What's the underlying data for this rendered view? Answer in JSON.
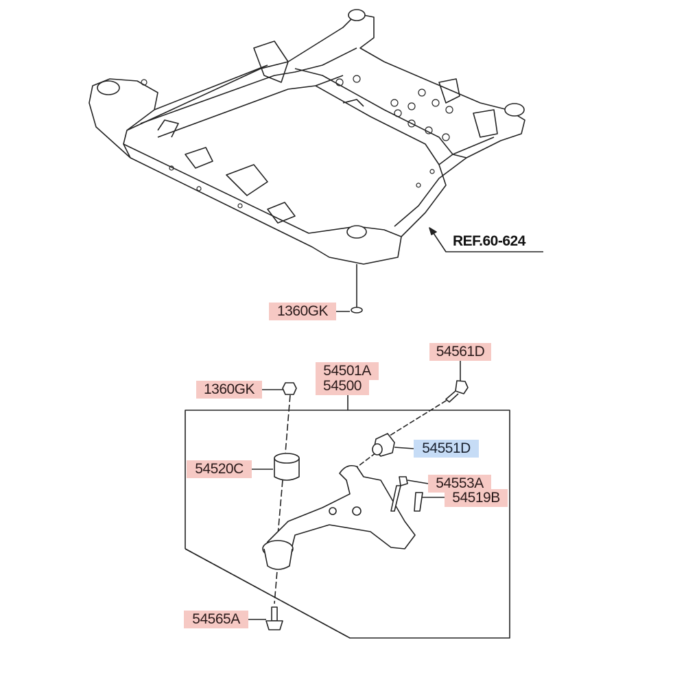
{
  "diagram": {
    "ref_label": "REF.60-624",
    "parts": [
      {
        "id": "1360GK",
        "highlight": "red",
        "context": "subframe-bolt"
      },
      {
        "id": "54561D",
        "highlight": "red"
      },
      {
        "id": "54501A",
        "highlight": "red"
      },
      {
        "id": "54500",
        "highlight": "red"
      },
      {
        "id": "1360GK",
        "highlight": "red",
        "context": "arm-nut"
      },
      {
        "id": "54551D",
        "highlight": "blue"
      },
      {
        "id": "54520C",
        "highlight": "red"
      },
      {
        "id": "54553A",
        "highlight": "red"
      },
      {
        "id": "54519B",
        "highlight": "red"
      },
      {
        "id": "54565A",
        "highlight": "red"
      }
    ],
    "colors": {
      "red_highlight": "#f6c9c4",
      "blue_highlight": "#c6dcf6",
      "line": "#222222"
    }
  }
}
